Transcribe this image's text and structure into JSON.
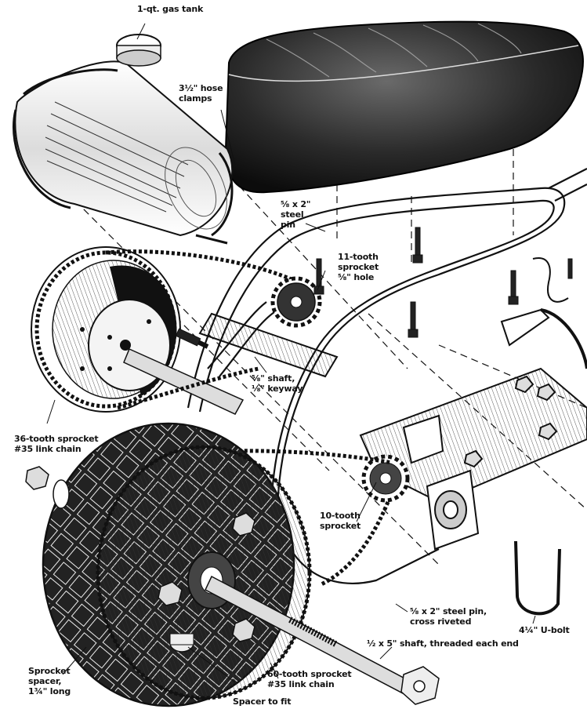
{
  "figure": {
    "subject": "minibike exploded assembly view",
    "colors": {
      "ink": "#111111",
      "paper": "#ffffff",
      "shade": "#555555",
      "seat": "#1c1c1c"
    }
  },
  "labels": {
    "gas_tank": "1-qt. gas tank",
    "hose_clamps": "3½\" hose\nclamps",
    "steel_pin_top": "⅝ x 2\"\nsteel\npin",
    "sprocket_11": "11-tooth\nsprocket\n⅝\" hole",
    "shaft_keyway": "⅝\" shaft,\n⅛\" keyway",
    "sprocket_36": "36-tooth sprocket\n#35 link chain",
    "sprocket_10": "10-tooth\nsprocket",
    "steel_pin_riveted": "⅝ x 2\" steel pin,\ncross riveted",
    "u_bolt": "4¼\" U-bolt",
    "shaft_threaded": "½ x 5\" shaft, threaded each end",
    "sprocket_spacer": "Sprocket\nspacer,\n1¾\" long",
    "sprocket_60": "60-tooth sprocket\n#35 link chain",
    "spacer_to_fit": "Spacer to fit"
  },
  "parts": [
    {
      "id": "seat",
      "name": "Seat"
    },
    {
      "id": "gas-tank",
      "name": "Gas tank"
    },
    {
      "id": "hose-clamps",
      "name": "Hose clamps"
    },
    {
      "id": "frame",
      "name": "Tubular frame"
    },
    {
      "id": "sprocket-36",
      "name": "36-tooth sprocket"
    },
    {
      "id": "sprocket-11",
      "name": "11-tooth sprocket"
    },
    {
      "id": "sprocket-10",
      "name": "10-tooth sprocket"
    },
    {
      "id": "rear-wheel",
      "name": "Rear wheel with 60-tooth sprocket"
    },
    {
      "id": "engine-mount",
      "name": "Engine mount plate"
    },
    {
      "id": "u-bolt",
      "name": "U-bolt"
    },
    {
      "id": "axle",
      "name": "Threaded axle shaft"
    }
  ]
}
